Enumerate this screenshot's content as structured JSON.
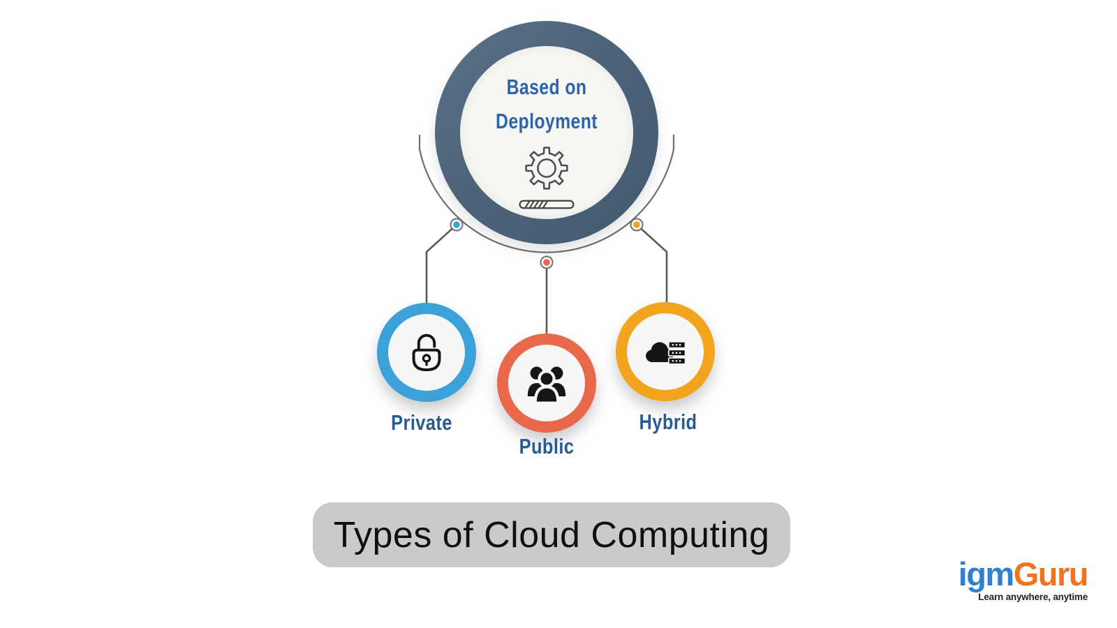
{
  "diagram": {
    "root": {
      "line1": "Based on",
      "line2": "Deployment",
      "ring_color": "#4d6379",
      "text_color": "#2e63ae",
      "icons": [
        "gear-icon",
        "loading-bar-icon"
      ]
    },
    "nodes": [
      {
        "id": "private",
        "label": "Private",
        "ring_color": "#3aa2d9",
        "dot_color": "#3aa2d9",
        "icon": "unlocked-padlock-icon"
      },
      {
        "id": "public",
        "label": "Public",
        "ring_color": "#e9684b",
        "dot_color": "#e9684b",
        "icon": "people-group-icon"
      },
      {
        "id": "hybrid",
        "label": "Hybrid",
        "ring_color": "#f2a41e",
        "dot_color": "#f2a41e",
        "icon": "cloud-server-icon"
      }
    ],
    "label_color": "#265c92",
    "connector_color": "#5f6063"
  },
  "title_banner": {
    "text": "Types of Cloud Computing",
    "background": "#cacaca"
  },
  "logo": {
    "part1": "igm",
    "part1_color": "#2d80d4",
    "part2": "Guru",
    "part2_color": "#f2731d",
    "tagline": "Learn anywhere, anytime"
  }
}
